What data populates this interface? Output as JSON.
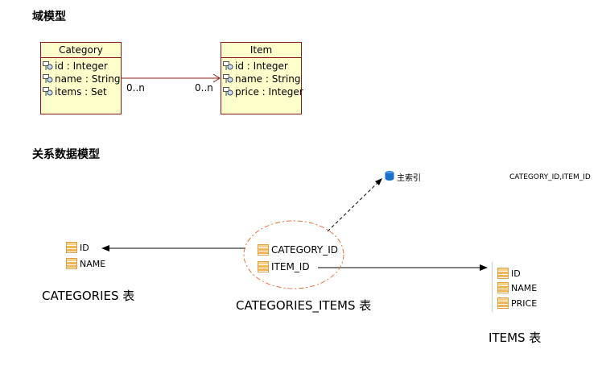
{
  "domain_heading": "域模型",
  "relational_heading": "关系数据模型",
  "category_class": {
    "name": "Category",
    "attributes": [
      "id : Integer",
      "name : String",
      "items : Set"
    ]
  },
  "item_class": {
    "name": "Item",
    "attributes": [
      "id : Integer",
      "name : String",
      "price : Integer"
    ]
  },
  "association": {
    "left_multiplicity": "0..n",
    "right_multiplicity": "0..n"
  },
  "primary_key": {
    "label": "主索引",
    "columns": "CATEGORY_ID,ITEM_ID"
  },
  "categories_table": {
    "label": "CATEGORIES 表",
    "columns": [
      "ID",
      "NAME"
    ]
  },
  "join_table": {
    "label": "CATEGORIES_ITEMS 表",
    "columns": [
      "CATEGORY_ID",
      "ITEM_ID"
    ]
  },
  "items_table": {
    "label": "ITEMS 表",
    "columns": [
      "ID",
      "NAME",
      "PRICE"
    ]
  },
  "colors": {
    "uml_fill": "#ffffcc",
    "uml_border": "#8b1a1a",
    "highlight_ellipse": "#e8703a",
    "key_icon": "#1a6fc9"
  }
}
